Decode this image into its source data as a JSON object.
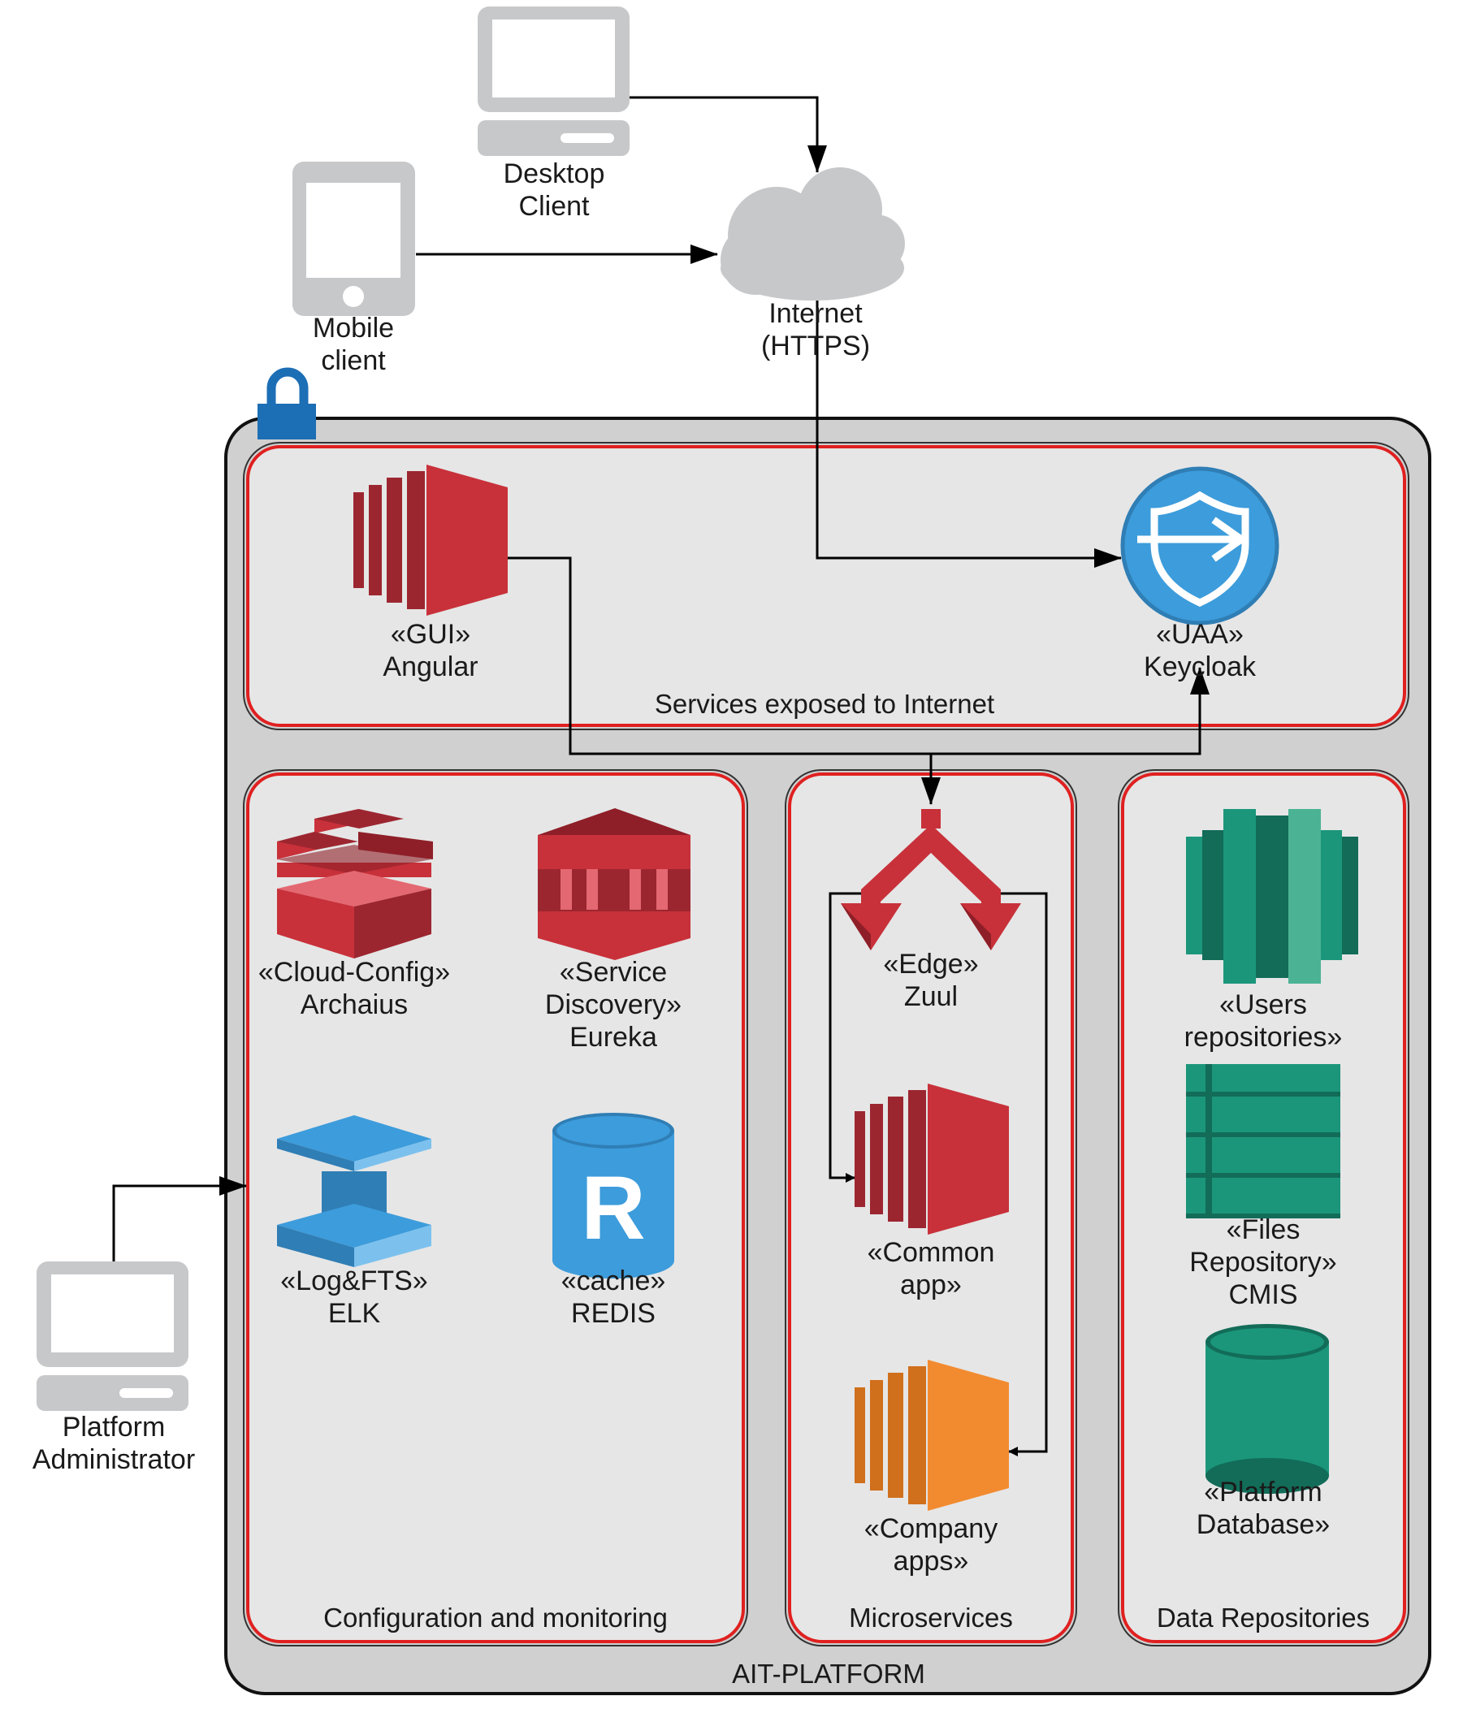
{
  "colors": {
    "red": "#C8313A",
    "red_dark": "#8E1F28",
    "orange": "#F28B30",
    "blue": "#3D9CDB",
    "teal": "#1B967B",
    "gray_device": "#C7C8CA",
    "lock_blue": "#1C6EB5",
    "platform_fill": "#D0D0D0",
    "zone_fill": "#E6E6E6",
    "zone_border": "#E02020"
  },
  "clients": {
    "desktop": {
      "line1": "Desktop",
      "line2": "Client",
      "icon": "desktop-computer-icon"
    },
    "mobile": {
      "line1": "Mobile",
      "line2": "client",
      "icon": "mobile-phone-icon"
    },
    "internet": {
      "line1": "Internet",
      "line2": "(HTTPS)",
      "icon": "cloud-icon"
    },
    "admin": {
      "line1": "Platform",
      "line2": "Administrator",
      "icon": "desktop-computer-icon"
    }
  },
  "platform": {
    "label": "AIT-PLATFORM",
    "icon": "lock-icon"
  },
  "zones": {
    "internet_exposed": {
      "label": "Services exposed to Internet",
      "gui": {
        "line1": "«GUI»",
        "line2": "Angular"
      },
      "uaa": {
        "line1": "«UAA»",
        "line2": "Keycloak"
      }
    },
    "config": {
      "label": "Configuration and monitoring",
      "cloud_config": {
        "line1": "«Cloud-Config»",
        "line2": "Archaius"
      },
      "service_discovery": {
        "line1": "«Service",
        "line2": "Discovery»",
        "line3": "Eureka"
      },
      "log": {
        "line1": "«Log&FTS»",
        "line2": "ELK"
      },
      "cache": {
        "line1": "«cache»",
        "line2": "REDIS",
        "glyph": "R"
      }
    },
    "micro": {
      "label": "Microservices",
      "edge": {
        "line1": "«Edge»",
        "line2": "Zuul"
      },
      "common": {
        "line1": "«Common",
        "line2": "app»"
      },
      "company": {
        "line1": "«Company",
        "line2": "apps»"
      }
    },
    "data": {
      "label": "Data Repositories",
      "users": {
        "line1": "«Users",
        "line2": "repositories»"
      },
      "files": {
        "line1": "«Files",
        "line2": "Repository»",
        "line3": "CMIS"
      },
      "db": {
        "line1": "«Platform",
        "line2": "Database»"
      }
    }
  }
}
